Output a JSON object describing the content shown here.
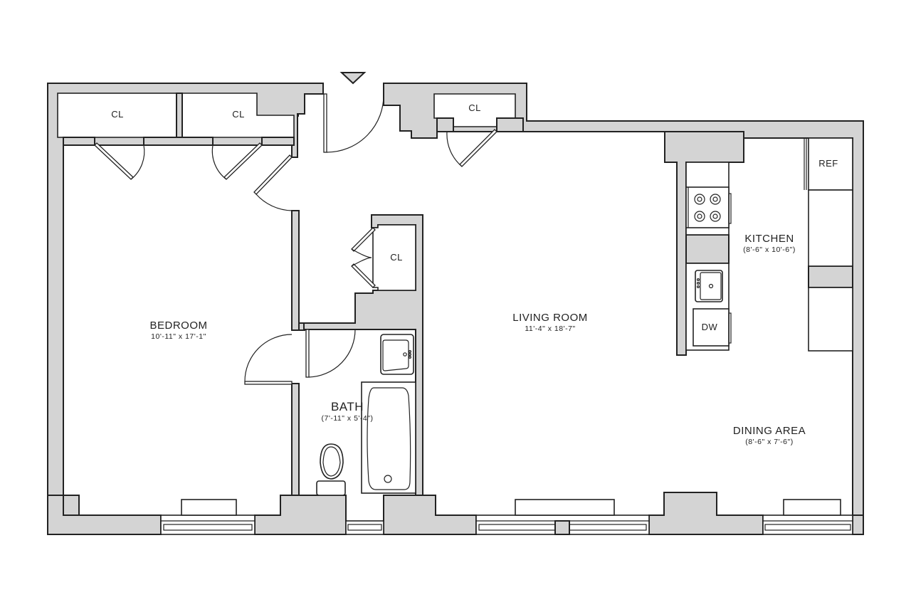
{
  "floor_plan": {
    "entry_marker": "entry-triangle",
    "rooms": {
      "bedroom": {
        "name": "BEDROOM",
        "dimensions": "10'-11\" x 17'-1\""
      },
      "living_room": {
        "name": "LIVING ROOM",
        "dimensions": "11'-4\" x 18'-7\""
      },
      "kitchen": {
        "name": "KITCHEN",
        "dimensions": "(8'-6\" x 10'-6\")"
      },
      "bath": {
        "name": "BATH",
        "dimensions": "(7'-11\" x 5'-4\")"
      },
      "dining_area": {
        "name": "DINING AREA",
        "dimensions": "(8'-6\" x 7'-6\")"
      }
    },
    "closets": [
      {
        "label": "CL"
      },
      {
        "label": "CL"
      },
      {
        "label": "CL"
      },
      {
        "label": "CL"
      }
    ],
    "fixtures": {
      "refrigerator": "REF",
      "dishwasher": "DW"
    },
    "colors": {
      "wall_fill": "#d4d4d4",
      "line": "#222222",
      "background": "#ffffff"
    }
  }
}
